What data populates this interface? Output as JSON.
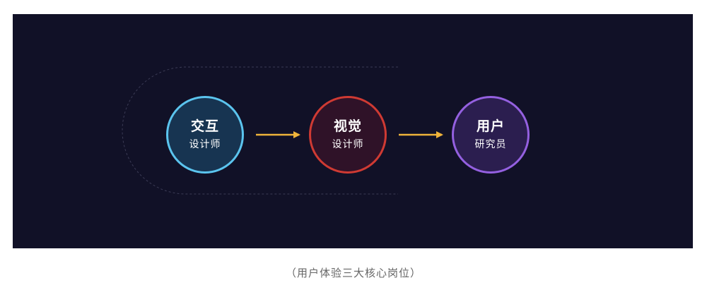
{
  "nodes": [
    {
      "title": "交互",
      "subtitle": "设计师",
      "border_color": "#5bc4ee",
      "fill_color": "#173451"
    },
    {
      "title": "视觉",
      "subtitle": "设计师",
      "border_color": "#cf3a33",
      "fill_color": "#2f1228"
    },
    {
      "title": "用户",
      "subtitle": "研究员",
      "border_color": "#9460e0",
      "fill_color": "#2b1e4f"
    }
  ],
  "arrow_color": "#f0b43a",
  "dashed_outline_color": "#3b3b55",
  "panel_color": "#111127",
  "caption": "（用户体验三大核心岗位）"
}
